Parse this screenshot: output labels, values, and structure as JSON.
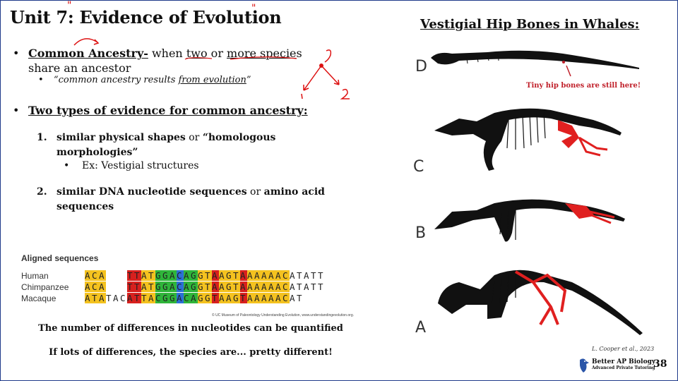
{
  "slide": {
    "title": "Unit 7: Evidence of Evolution",
    "page_number": "38"
  },
  "left": {
    "bullet1": {
      "term": "Common Ancestry-",
      "text1": " when ",
      "two": "two",
      "text2": " or ",
      "more": "more specie",
      "text3": "s share an ancestor"
    },
    "bullet1_sub": {
      "text1": "“common ancestry results ",
      "from": "from evolution",
      "text2": "”"
    },
    "bullet2": "Two types of evidence for common ancestry:",
    "item1": {
      "num": "1.",
      "bold1": "similar physical shapes",
      "mid": " or ",
      "bold2": "“homologous morphologies”"
    },
    "item1_sub": "Ex: Vestigial structures",
    "item2": {
      "num": "2.",
      "bold1": "similar DNA nucleotide sequences",
      "mid": " or ",
      "bold2": "amino acid sequences"
    }
  },
  "alignment": {
    "title": "Aligned sequences",
    "rows": [
      {
        "name": "Human",
        "seq": "ACA   TTATGGACAGGTAAGTAAAAAACATATT"
      },
      {
        "name": "Chimpanzee",
        "seq": "ACA   TTATGGACAGGTAAGTAAAAAACATATT"
      },
      {
        "name": "Macaque",
        "seq": "ATATACATTACGGACAGGTAAGTAAAAACAT"
      }
    ],
    "credit": "© UC Museum of Paleontology Understanding Evolution, www.understandingevolution.org.",
    "colors": {
      "yellow": "#f4c21f",
      "red": "#d7201e",
      "green": "#2fb53a",
      "blue": "#2c6fd6"
    }
  },
  "captions": {
    "line1": "The number of differences in nucleotides can be quantified",
    "line2": "If lots of differences, the species are... pretty different!"
  },
  "right": {
    "title": "Vestigial Hip Bones in Whales:",
    "labels": [
      "D",
      "C",
      "B",
      "A"
    ],
    "note": "Tiny hip bones are still here!",
    "citation": "L. Cooper et al., 2023"
  },
  "brand": {
    "name": "Better AP Biology",
    "tagline": "Advanced Private Tutoring"
  },
  "icons": [
    "bird-logo-icon"
  ]
}
